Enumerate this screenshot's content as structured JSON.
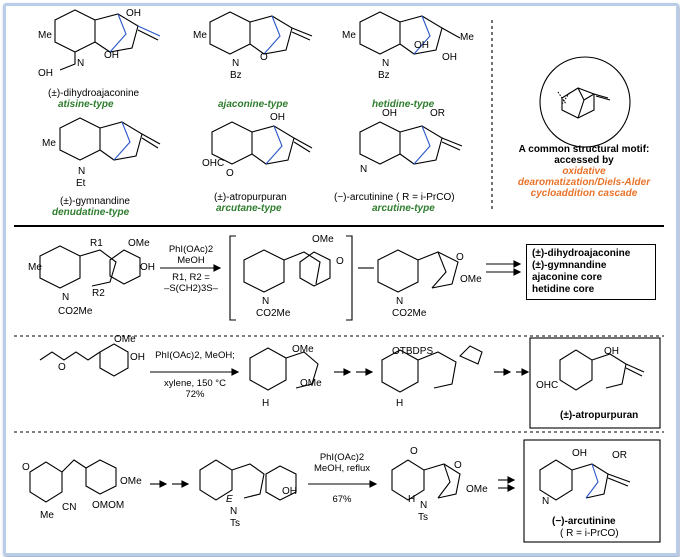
{
  "top": {
    "compounds": [
      {
        "name": "(±)-dihydroajaconine",
        "type": "atisine-type"
      },
      {
        "name": "",
        "type": "ajaconine-type"
      },
      {
        "name": "",
        "type": "hetidine-type"
      },
      {
        "name": "(±)-gymnandine",
        "type": "denudatine-type"
      },
      {
        "name": "(±)-atropurpuran",
        "type": "arcutane-type"
      },
      {
        "name": "(−)-arcutinine ( R = i-PrCO)",
        "type": "arcutine-type"
      }
    ],
    "motif": {
      "title": "A common structural motif:",
      "sub": "accessed by",
      "method_line1": "oxidative",
      "method_line2": "dearomatization/Diels-Alder",
      "method_line3": "cycloaddition cascade"
    }
  },
  "route1": {
    "reagent_line1": "PhI(OAc)2",
    "reagent_line2": "MeOH",
    "reagent_line3": "R1, R2 =",
    "reagent_line4": "–S(CH2)3S–",
    "products": [
      "(±)-dihydroajaconine",
      "(±)-gymnandine",
      "ajaconine core",
      "hetidine core"
    ]
  },
  "route2": {
    "reagent_line1": "PhI(OAc)2, MeOH;",
    "reagent_line2": "xylene, 150 °C",
    "yield": "72%",
    "product": "(±)-atropurpuran"
  },
  "route3": {
    "reagent_line1": "PhI(OAc)2",
    "reagent_line2": "MeOH, reflux",
    "yield": "67%",
    "product_line1": "(−)-arcutinine",
    "product_line2": "( R = i-PrCO)"
  },
  "atoms": {
    "me": "Me",
    "oh": "OH",
    "n": "N",
    "bz": "Bz",
    "et": "Et",
    "ome": "OMe",
    "o": "O",
    "co2me": "CO2Me",
    "r1": "R1",
    "r2": "R2",
    "h": "H",
    "ts": "Ts",
    "cn": "CN",
    "omom": "OMOM",
    "otbdps": "OTBDPS",
    "ohc": "OHC",
    "or": "OR",
    "e": "E"
  }
}
